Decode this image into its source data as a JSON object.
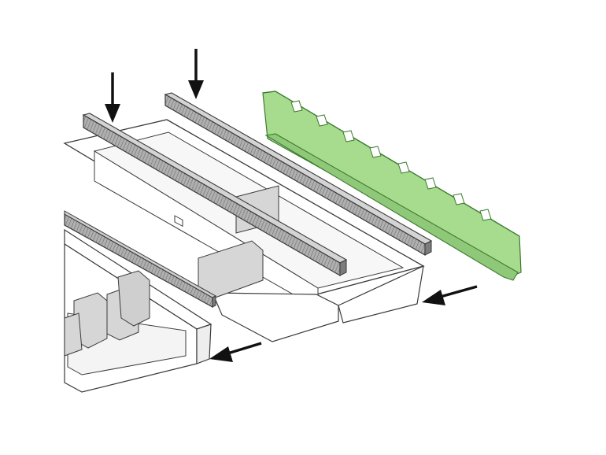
{
  "diagram": {
    "caption": "",
    "colors": {
      "background": "#ffffff",
      "outline": "#3a3a3a",
      "tray_fill": "#ffffff",
      "tray_shade": "#eeeeee",
      "divider_fill": "#d6d6d6",
      "rail_fill": "#a8a8a8",
      "rail_dark": "#7c7c7c",
      "highlight_fill": "#a7dc8f",
      "highlight_stroke": "#3c7a2e",
      "arrow": "#111111"
    },
    "components": [
      {
        "id": "rail-left",
        "kind": "rail",
        "highlighted": false
      },
      {
        "id": "rail-right",
        "kind": "rail",
        "highlighted": false
      },
      {
        "id": "rail-front",
        "kind": "rail",
        "highlighted": false
      },
      {
        "id": "slotted-divider",
        "kind": "slotted-panel",
        "highlighted": true
      },
      {
        "id": "tray-large",
        "kind": "tray",
        "highlighted": false
      },
      {
        "id": "tray-small",
        "kind": "tray",
        "highlighted": false
      },
      {
        "id": "tray-front",
        "kind": "tray",
        "highlighted": false
      }
    ],
    "arrows": [
      {
        "id": "down-arrow-left",
        "direction": "down"
      },
      {
        "id": "down-arrow-right",
        "direction": "down"
      },
      {
        "id": "left-arrow-panel",
        "direction": "left"
      },
      {
        "id": "left-arrow-tray",
        "direction": "left"
      }
    ]
  }
}
